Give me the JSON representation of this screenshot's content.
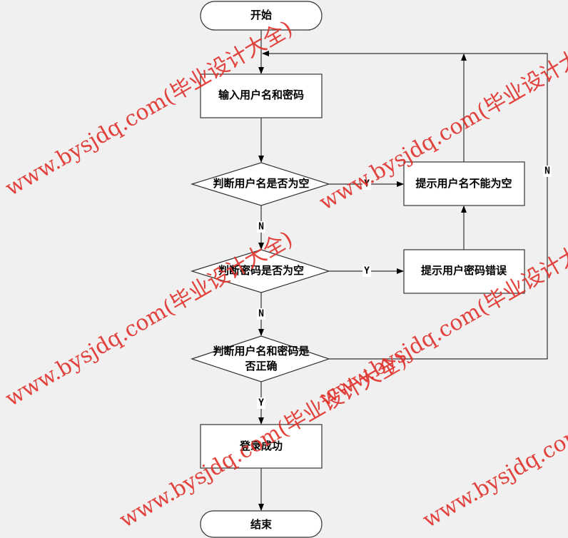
{
  "nodes": {
    "start": "开始",
    "input": "输入用户名和密码",
    "check_username_empty": "判断用户名是否为空",
    "prompt_username_empty": "提示用户名不能为空",
    "check_password_empty": "判断密码是否为空",
    "prompt_password_error": "提示用户密码错误",
    "check_credentials_line1": "判断用户名和密码是",
    "check_credentials_line2": "否正确",
    "login_success": "登录成功",
    "end": "结束"
  },
  "edge_labels": {
    "username_empty_yes": "Y",
    "username_empty_no": "N",
    "password_empty_yes": "Y",
    "password_empty_no": "N",
    "credentials_yes": "Y",
    "credentials_no": "N"
  },
  "watermark": "www.bysjdq.com(毕业设计大全)",
  "colors": {
    "background": "#f0f0f0",
    "watermark": "#e0302a",
    "node_fill": "#ffffff",
    "stroke": "#333333"
  }
}
